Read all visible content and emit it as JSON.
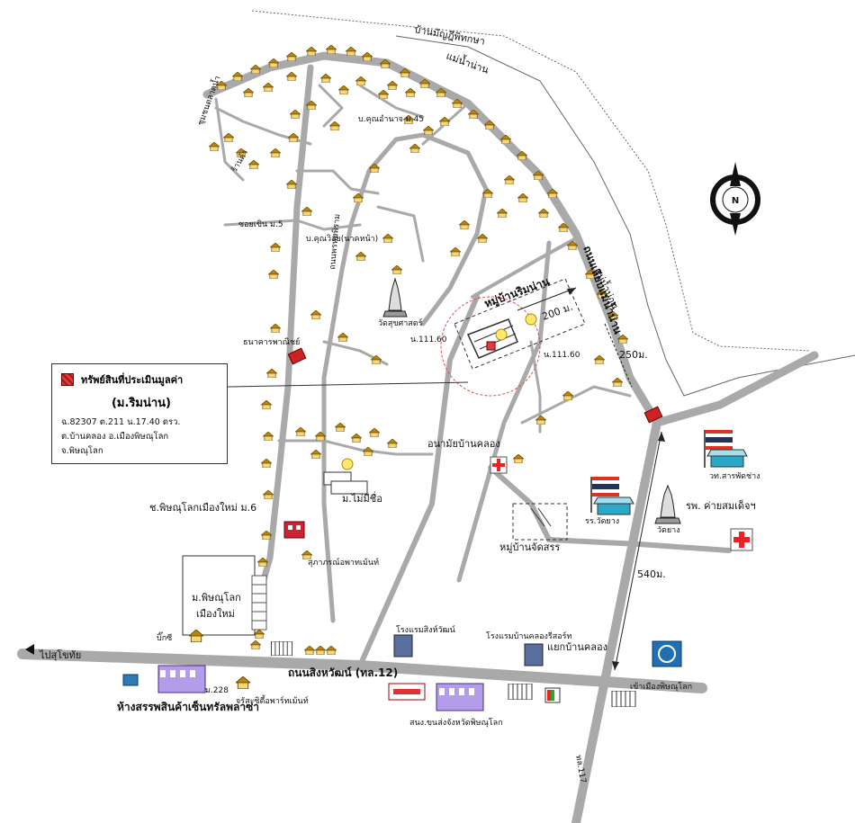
{
  "info_box": {
    "header": "ทรัพย์สินที่ประเมินมูลค่า",
    "title": "(ม.ริมน่าน)",
    "lines": [
      "ฉ.82307 ต.211 น.17.40 ตรว.",
      "ต.บ้านคลอง อ.เมืองพิษณุโลก",
      "จ.พิษณุโลก"
    ],
    "swatch_color": "#e23b3b"
  },
  "compass": {
    "letter": "N"
  },
  "labels": {
    "river_top": "แม่น้ำน่าน",
    "river_right": "แม่น้ำน่าน",
    "village_top": "บ้านมัญฎีพิทกษา",
    "ban_khun_45": "บ.คุณอำนาจ ม.45",
    "ban_khun_2": "บ.คุณวิลัย(นาคหน้า)",
    "wat_sukka": "วัดสุขศาสตร์",
    "moo_rimnan": "หมู่บ้านริมน่าน",
    "dist_200": "200 ม.",
    "dist_250": "250ม.",
    "dist_540": "540ม.",
    "road_rimnan": "ถนนเลียบแม่น้ำน่าน",
    "road_prommarat": "ถนนพรหมพิราม",
    "n111_a": "น.111.60",
    "n111_b": "น.111.60",
    "soi_left": "ซอยเขิน ม.5",
    "soi_top_left": "ชุมชนตลาดน้ำ",
    "soi_tamru": "ร้านค้า",
    "anamai": "อนามัยบ้านคลอง",
    "moo_mai_mi_chue": "ม.ไม่มีชื่อ",
    "chedi_sakdi": "ช.พิษณุโลกเมืองใหม่ ม.6",
    "sukhaphan": "สุภาภรณ์อพาทเม้นท์",
    "mphitsanulok": "ม.พิษณุโลก",
    "mphitsanulok2": "เมืองใหม่",
    "bic": "บิ๊กซี",
    "pai_sukhothai": "ไปสุโขทัย",
    "hotel_singhawat": "โรงแรมสิงห์วัฒน์",
    "hotel_bankhlong": "โรงแรมบ้านคลองรีสอร์ท",
    "yaek_bankhlong": "แยกบ้านคลอง",
    "thanon_singhawat": "ถนนสิงหวัฒน์ (ทล.12)",
    "m228": "ม.228",
    "apartment": "จรัสะซิตี้อพาร์ทเม้นท์",
    "department_store": "ห้างสรรพสินค้าเซ็นทรัลพลาซ่า",
    "bus_station": "สนง.ขนส่งจังหวัดพิษณุโลก",
    "khao_mueang": "เข้าเมืองพิษณุโลก",
    "thl117": "ทล.117",
    "wat_sakuen": "วท.สารพัดช่าง",
    "hospital": "รพ. ค่ายสมเด็จฯ",
    "wat_yang": "วัดยาง",
    "school_yang": "รร.วัดยาง",
    "moo_jatsan": "หมู่บ้านจัดสรร",
    "pawn": "ธนาคารพาณิชย์"
  },
  "colors": {
    "road": "#a9a9a9",
    "river": "#555555",
    "house_roof": "#b8860b",
    "house_wall": "#f7d77a",
    "property": "#e23b3b",
    "circle": "#e05050"
  }
}
